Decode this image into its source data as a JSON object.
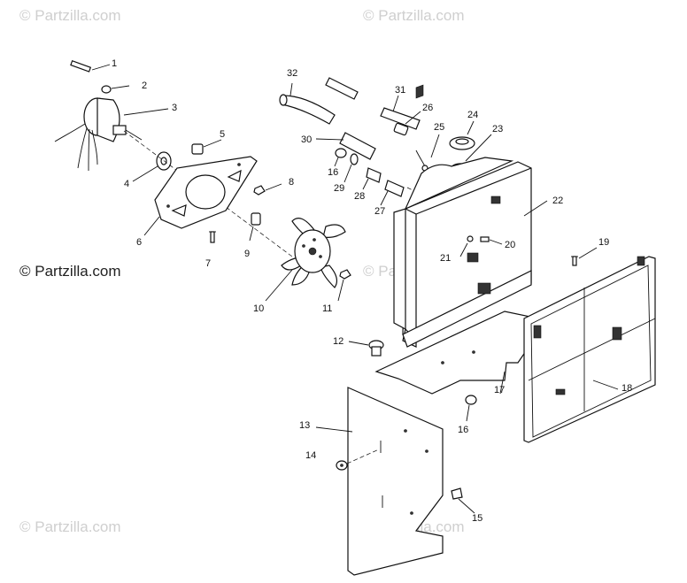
{
  "watermarks": {
    "top_left": "© Partzilla.com",
    "top_right": "© Partzilla.com",
    "middle_left": "© Partzilla.com",
    "middle_center": "© Partzilla.com",
    "bottom_left": "© Partzilla.com",
    "bottom_center": "© Partzilla.com"
  },
  "callouts": [
    "1",
    "2",
    "3",
    "4",
    "5",
    "6",
    "7",
    "8",
    "9",
    "10",
    "11",
    "12",
    "13",
    "14",
    "15",
    "16",
    "16",
    "17",
    "18",
    "19",
    "20",
    "21",
    "22",
    "23",
    "24",
    "25",
    "26",
    "27",
    "28",
    "29",
    "30",
    "31",
    "32"
  ],
  "colors": {
    "line": "#111111",
    "watermark": "#cfcfcf"
  }
}
